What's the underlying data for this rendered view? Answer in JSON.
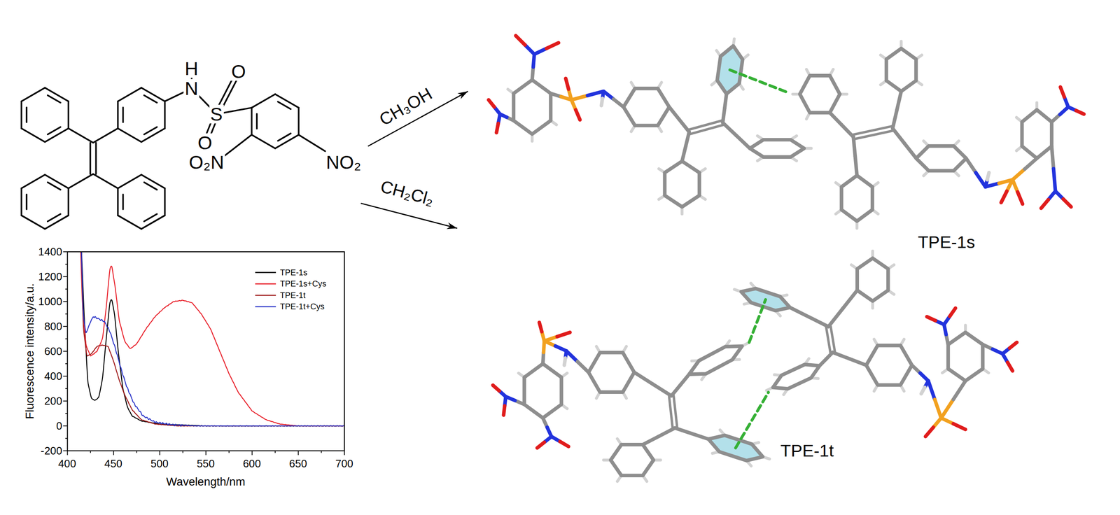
{
  "diagram": {
    "labels": [
      "H",
      "N",
      "S",
      "O",
      "O",
      "O₂N",
      "NO₂",
      "CH₃OH",
      "CH₂Cl₂",
      "TPE-1s",
      "TPE-1t",
      "1400",
      "1200",
      "1000",
      "800",
      "600",
      "400",
      "200",
      "0",
      "-200",
      "400",
      "450",
      "500",
      "550",
      "600",
      "650",
      "700",
      "Fluorescence intensity/a.u.",
      "Wavelength/nm"
    ],
    "legend": [
      {
        "text": "TPE-1s"
      },
      {
        "text": "TPE-1s+Cys"
      },
      {
        "text": "TPE-1t"
      },
      {
        "text": "TPE-1t+Cys"
      }
    ]
  }
}
